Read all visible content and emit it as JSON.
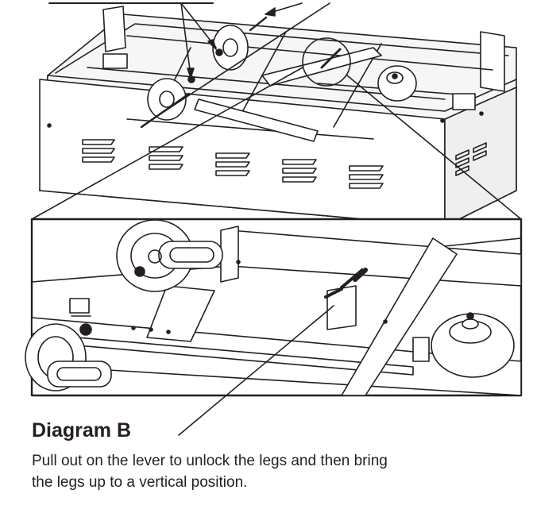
{
  "diagram": {
    "heading": "Diagram B",
    "caption_line1": "Pull out on the lever to unlock the legs and then bring",
    "caption_line2": "the legs up to a vertical position."
  }
}
